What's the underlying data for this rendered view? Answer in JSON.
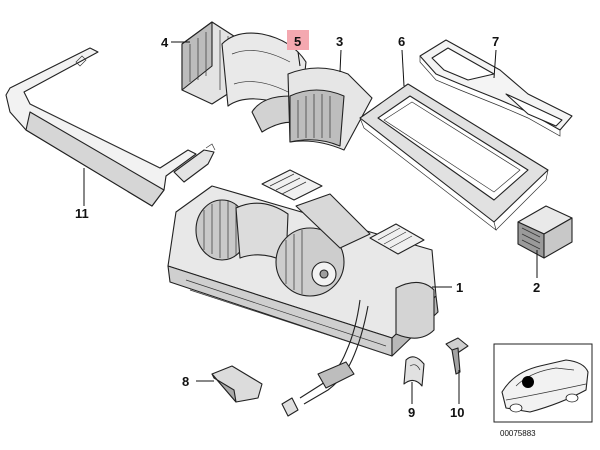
{
  "diagram": {
    "callouts": [
      {
        "id": "1",
        "label": "1"
      },
      {
        "id": "2",
        "label": "2"
      },
      {
        "id": "3",
        "label": "3"
      },
      {
        "id": "4",
        "label": "4"
      },
      {
        "id": "5",
        "label": "5",
        "highlighted": true
      },
      {
        "id": "6",
        "label": "6"
      },
      {
        "id": "7",
        "label": "7"
      },
      {
        "id": "8",
        "label": "8"
      },
      {
        "id": "9",
        "label": "9"
      },
      {
        "id": "10",
        "label": "10"
      },
      {
        "id": "11",
        "label": "11"
      }
    ],
    "reference_number": "00075883",
    "colors": {
      "highlight_fill": "#f4a8b0",
      "line": "#111111",
      "shade": "#cfcfcf",
      "light": "#ececec",
      "dark": "#8a8a8a"
    }
  }
}
